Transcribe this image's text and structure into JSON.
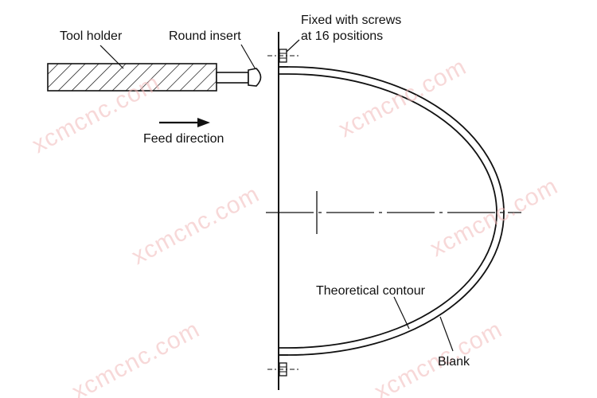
{
  "labels": {
    "tool_holder": "Tool holder",
    "round_insert": "Round insert",
    "fixed_line1": "Fixed with screws",
    "fixed_line2": "at 16 positions",
    "feed_direction": "Feed direction",
    "theoretical_contour": "Theoretical contour",
    "blank": "Blank"
  },
  "watermark": "xcmcnc.com",
  "colors": {
    "line": "#111111",
    "watermark": "#f2b9b9",
    "background": "#ffffff"
  }
}
